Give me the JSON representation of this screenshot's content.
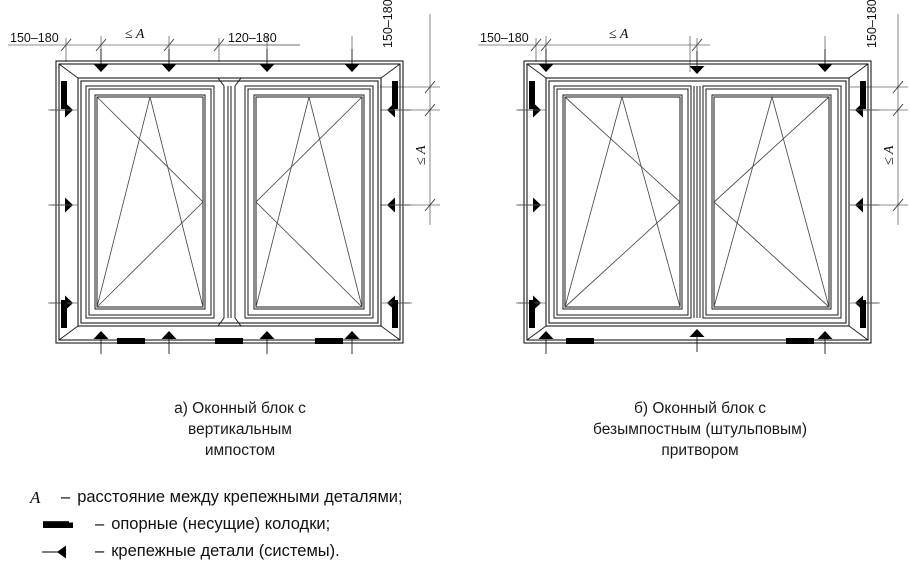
{
  "figure": {
    "type": "technical-drawing",
    "subject": "Схема расположения крепежных деталей и опорных колодок оконного блока"
  },
  "panel_a": {
    "caption_line1": "а) Оконный блок с",
    "caption_line2": "вертикальным",
    "caption_line3": "импостом",
    "dim_left": "150–180",
    "dim_span": "≤ A",
    "dim_mid": "120–180",
    "dim_right_top": "150–180",
    "dim_right_span": "≤ A",
    "top_fasteners": 4,
    "bottom_fasteners": 4,
    "left_fasteners": 3,
    "right_fasteners": 3,
    "bottom_blocks": 3,
    "side_blocks": 4,
    "sashes": 2,
    "sash_type": "tilt-turn"
  },
  "panel_b": {
    "caption_line1": "б) Оконный блок с",
    "caption_line2": "безымпостным (штульповым)",
    "caption_line3": "притвором",
    "dim_left": "150–180",
    "dim_span": "≤ A",
    "dim_right_top": "150–180",
    "dim_right_span": "≤ A",
    "top_fasteners": 3,
    "bottom_fasteners": 3,
    "left_fasteners": 3,
    "right_fasteners": 3,
    "bottom_blocks": 2,
    "side_blocks": 4,
    "sashes": 2,
    "sash_type": "tilt-turn"
  },
  "legend": {
    "rows": [
      {
        "symbol": "A",
        "dash": "–",
        "text": "расстояние между крепежными деталями;"
      },
      {
        "symbol": "support-block",
        "dash": "–",
        "text": "опорные (несущие) колодки;"
      },
      {
        "symbol": "fastener",
        "dash": "–",
        "text": "крепежные детали (системы)."
      }
    ]
  },
  "colors": {
    "line": "#1a1a1a",
    "thin_line": "#555555",
    "fill_solid": "#000000",
    "background": "#ffffff"
  }
}
